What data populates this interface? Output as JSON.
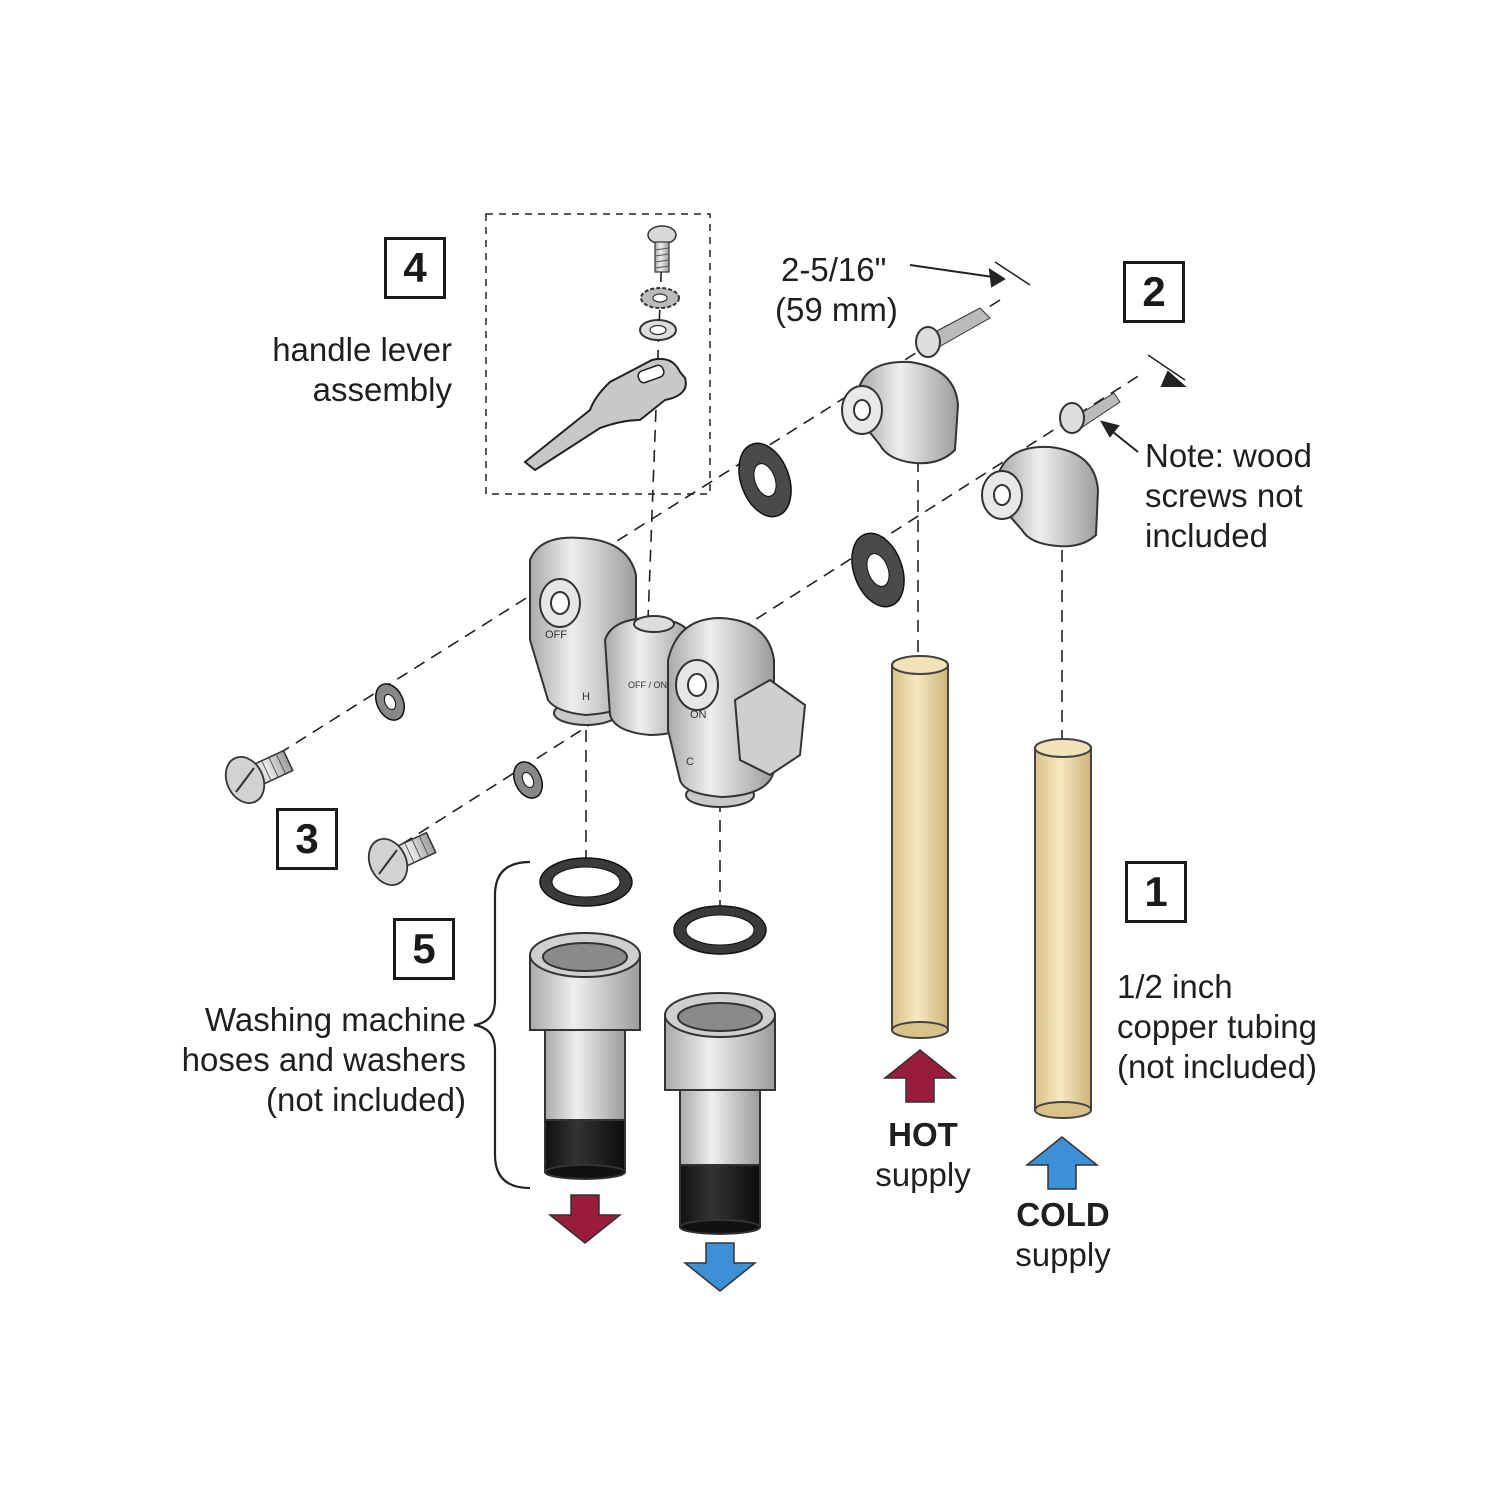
{
  "steps": {
    "s1": "1",
    "s2": "2",
    "s3": "3",
    "s4": "4",
    "s5": "5"
  },
  "labels": {
    "handle_line1": "handle lever",
    "handle_line2": "assembly",
    "dim_line1": "2-5/16\"",
    "dim_line2": "(59 mm)",
    "note_line1": "Note: wood",
    "note_line2": "screws not",
    "note_line3": "included",
    "copper_line1": "1/2 inch",
    "copper_line2": "copper tubing",
    "copper_line3": "(not included)",
    "hoses_line1": "Washing machine",
    "hoses_line2": "hoses and washers",
    "hoses_line3": "(not included)",
    "hot_bold": "HOT",
    "hot_word": "supply",
    "cold_bold": "COLD",
    "cold_word": "supply"
  },
  "valve_marks": {
    "off": "OFF",
    "on": "ON",
    "h": "H",
    "c": "C",
    "center": "OFF / ON"
  },
  "colors": {
    "hot_arrow": "#9b1b3a",
    "cold_arrow": "#3d8fd6",
    "copper": "#ecd9a8",
    "metal": "#d4d4d4",
    "washer": "#3a3a3a"
  }
}
